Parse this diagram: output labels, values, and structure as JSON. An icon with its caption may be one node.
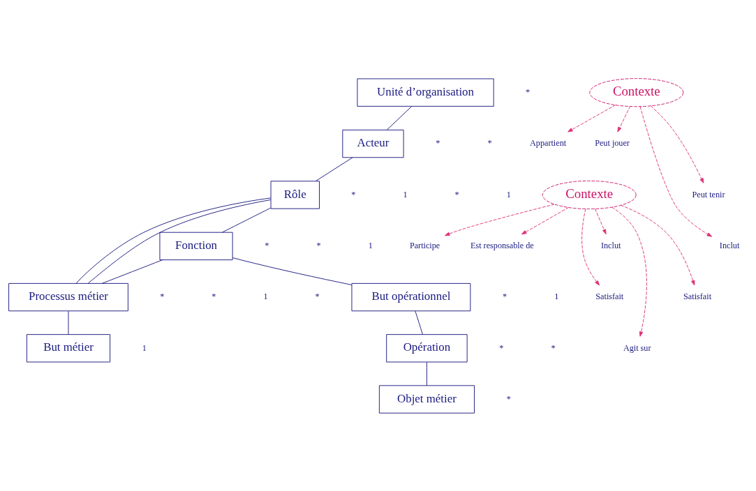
{
  "diagram": {
    "nodes": [
      {
        "text": [
          "Contexte"
        ]
      },
      {
        "text": [
          "Unité d’organisation"
        ]
      },
      {
        "text": [
          "But opérationnel"
        ]
      },
      {
        "text": [
          "Satisfait"
        ]
      },
      {
        "text": [
          "Appartient"
        ]
      },
      {
        "text": [
          "Inclut"
        ]
      },
      {
        "text": [
          "Acteur"
        ]
      },
      {
        "text": [
          "Peut jouer"
        ]
      },
      {
        "text": [
          "Rôle"
        ]
      },
      {
        "text": [
          "Peut tenir"
        ]
      },
      {
        "text": [
          "Fonction"
        ]
      },
      {
        "text": [
          "Opération"
        ]
      },
      {
        "text": [
          "Agit sur"
        ]
      },
      {
        "text": [
          "Participe"
        ]
      },
      {
        "text": [
          "Processus métier"
        ]
      },
      {
        "text": [
          "Est responsable de"
        ]
      },
      {
        "text": [
          "Objet métier"
        ]
      },
      {
        "text": [
          "Inclut"
        ]
      },
      {
        "text": [
          "Satisfait"
        ]
      },
      {
        "text": [
          "Contexte"
        ]
      },
      {
        "text": [
          "But métier"
        ]
      }
    ],
    "edges": [
      {
        "from": 1,
        "to": 6,
        "arrow": "none"
      },
      {
        "from": 6,
        "to": 8,
        "arrow": "none"
      },
      {
        "from": 8,
        "to": 10,
        "arrow": "none"
      },
      {
        "from": 10,
        "to": 2,
        "arrow": "none"
      },
      {
        "from": 2,
        "to": 11,
        "arrow": "none"
      },
      {
        "from": 11,
        "to": 16,
        "arrow": "none"
      },
      {
        "from": 8,
        "to": 14,
        "arrow": "none"
      },
      {
        "from": 8,
        "to": 14,
        "arrow": "none"
      },
      {
        "from": 10,
        "to": 14,
        "arrow": "none"
      },
      {
        "from": 14,
        "to": 20,
        "arrow": "none"
      },
      {
        "from": 0,
        "to": 4,
        "arrow": "to",
        "style": "dashed",
        "color": "#dd3377"
      },
      {
        "from": 0,
        "to": 7,
        "arrow": "to",
        "style": "dashed",
        "color": "#dd3377"
      },
      {
        "from": 0,
        "to": 9,
        "arrow": "to",
        "style": "dashed",
        "color": "#dd3377"
      },
      {
        "from": 0,
        "to": 5,
        "arrow": "to",
        "style": "dashed",
        "color": "#dd3377"
      },
      {
        "from": 19,
        "to": 18,
        "arrow": "to",
        "style": "dashed",
        "color": "#dd3377"
      },
      {
        "from": 19,
        "to": 13,
        "arrow": "to",
        "style": "dashed",
        "color": "#dd3377"
      },
      {
        "from": 19,
        "to": 15,
        "arrow": "to",
        "style": "dashed",
        "color": "#dd3377"
      },
      {
        "from": 19,
        "to": 17,
        "arrow": "to",
        "style": "dashed",
        "color": "#dd3377"
      },
      {
        "from": 19,
        "to": 3,
        "arrow": "to",
        "style": "dashed",
        "color": "#dd3377"
      },
      {
        "from": 19,
        "to": 12,
        "arrow": "to",
        "style": "dashed",
        "color": "#dd3377"
      }
    ],
    "labels": [
      "*",
      "1",
      "*",
      "*",
      "1",
      "*",
      "*",
      "*",
      "1",
      "*",
      "*",
      "*",
      "*",
      "1",
      "*",
      "*",
      "*",
      "1",
      "*",
      "1"
    ]
  }
}
